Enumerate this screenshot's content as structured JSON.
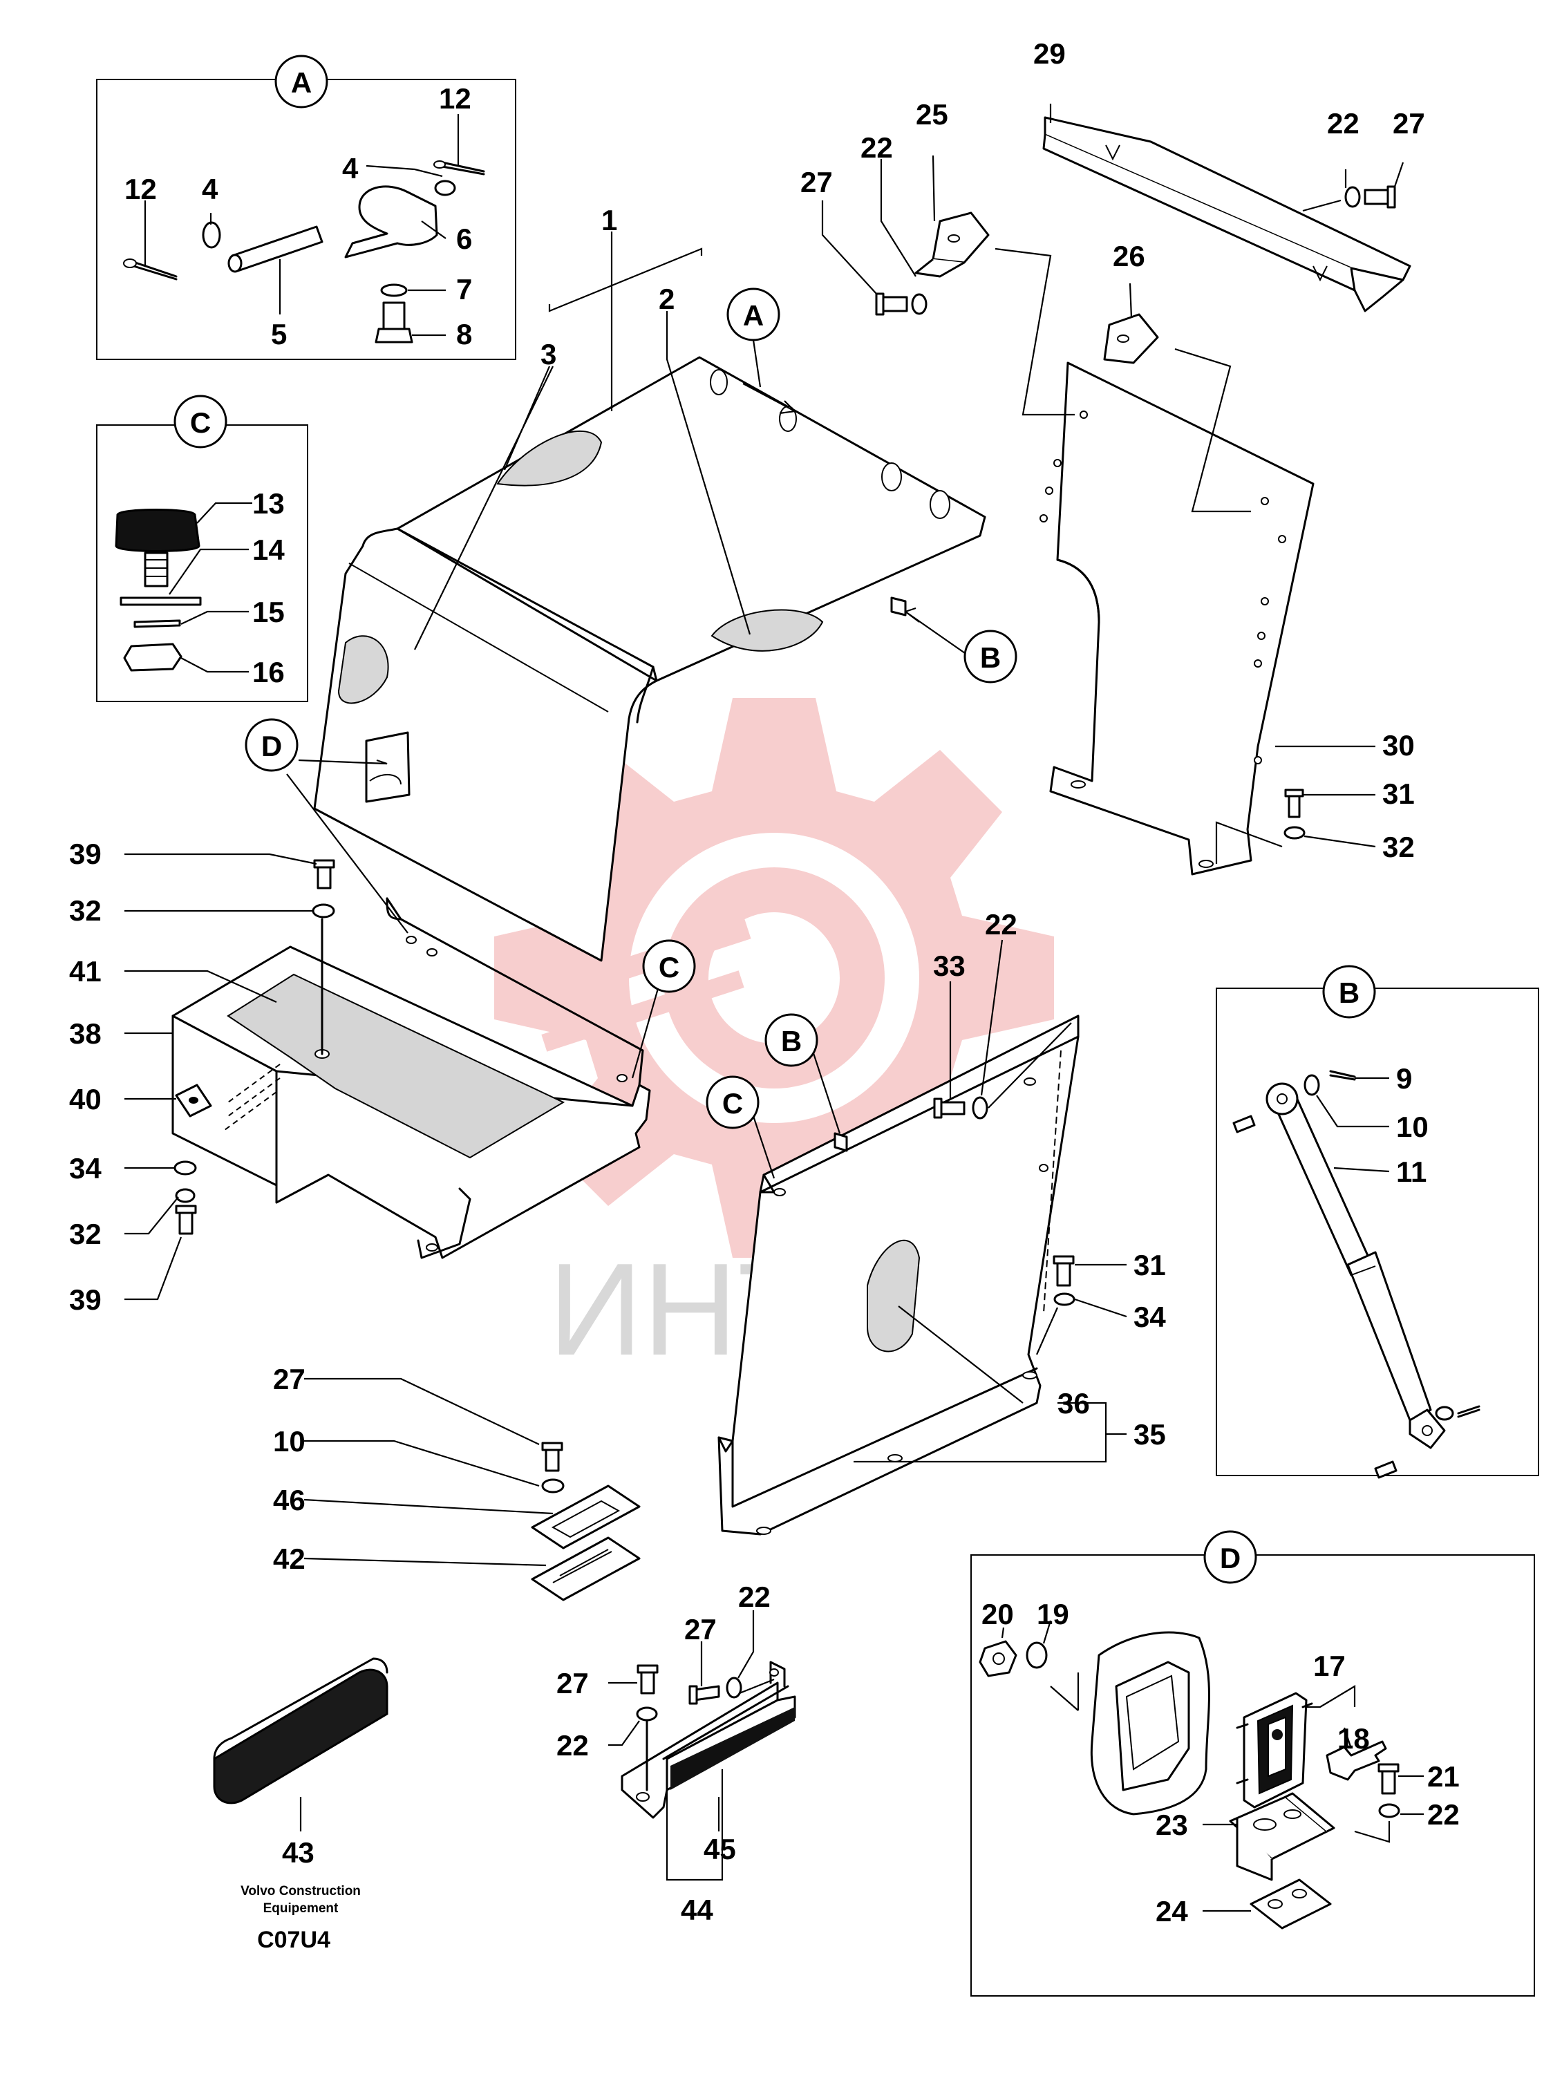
{
  "watermark": {
    "text": "ИНТЕХ",
    "gear_color": "#f6c6c6",
    "text_color": "#d8d8d8"
  },
  "detail_boxes": [
    {
      "id": "box-a",
      "letter": "A"
    },
    {
      "id": "box-c",
      "letter": "C"
    },
    {
      "id": "box-b",
      "letter": "B"
    },
    {
      "id": "box-d",
      "letter": "D"
    }
  ],
  "reference_callouts": [
    "A",
    "D",
    "C",
    "B",
    "C"
  ],
  "part_labels": [
    "12",
    "4",
    "12",
    "4",
    "6",
    "7",
    "5",
    "8",
    "1",
    "2",
    "3",
    "13",
    "14",
    "15",
    "16",
    "29",
    "25",
    "22",
    "27",
    "22",
    "27",
    "26",
    "30",
    "31",
    "32",
    "39",
    "32",
    "41",
    "38",
    "40",
    "34",
    "32",
    "39",
    "33",
    "22",
    "9",
    "10",
    "11",
    "31",
    "34",
    "36",
    "35",
    "27",
    "10",
    "46",
    "42",
    "20",
    "19",
    "17",
    "18",
    "21",
    "22",
    "23",
    "24",
    "27",
    "22",
    "27",
    "22",
    "45",
    "44",
    "43"
  ],
  "footer": {
    "brand_line1": "Volvo Construction",
    "brand_line2": "Equipement",
    "code": "C07U4"
  }
}
